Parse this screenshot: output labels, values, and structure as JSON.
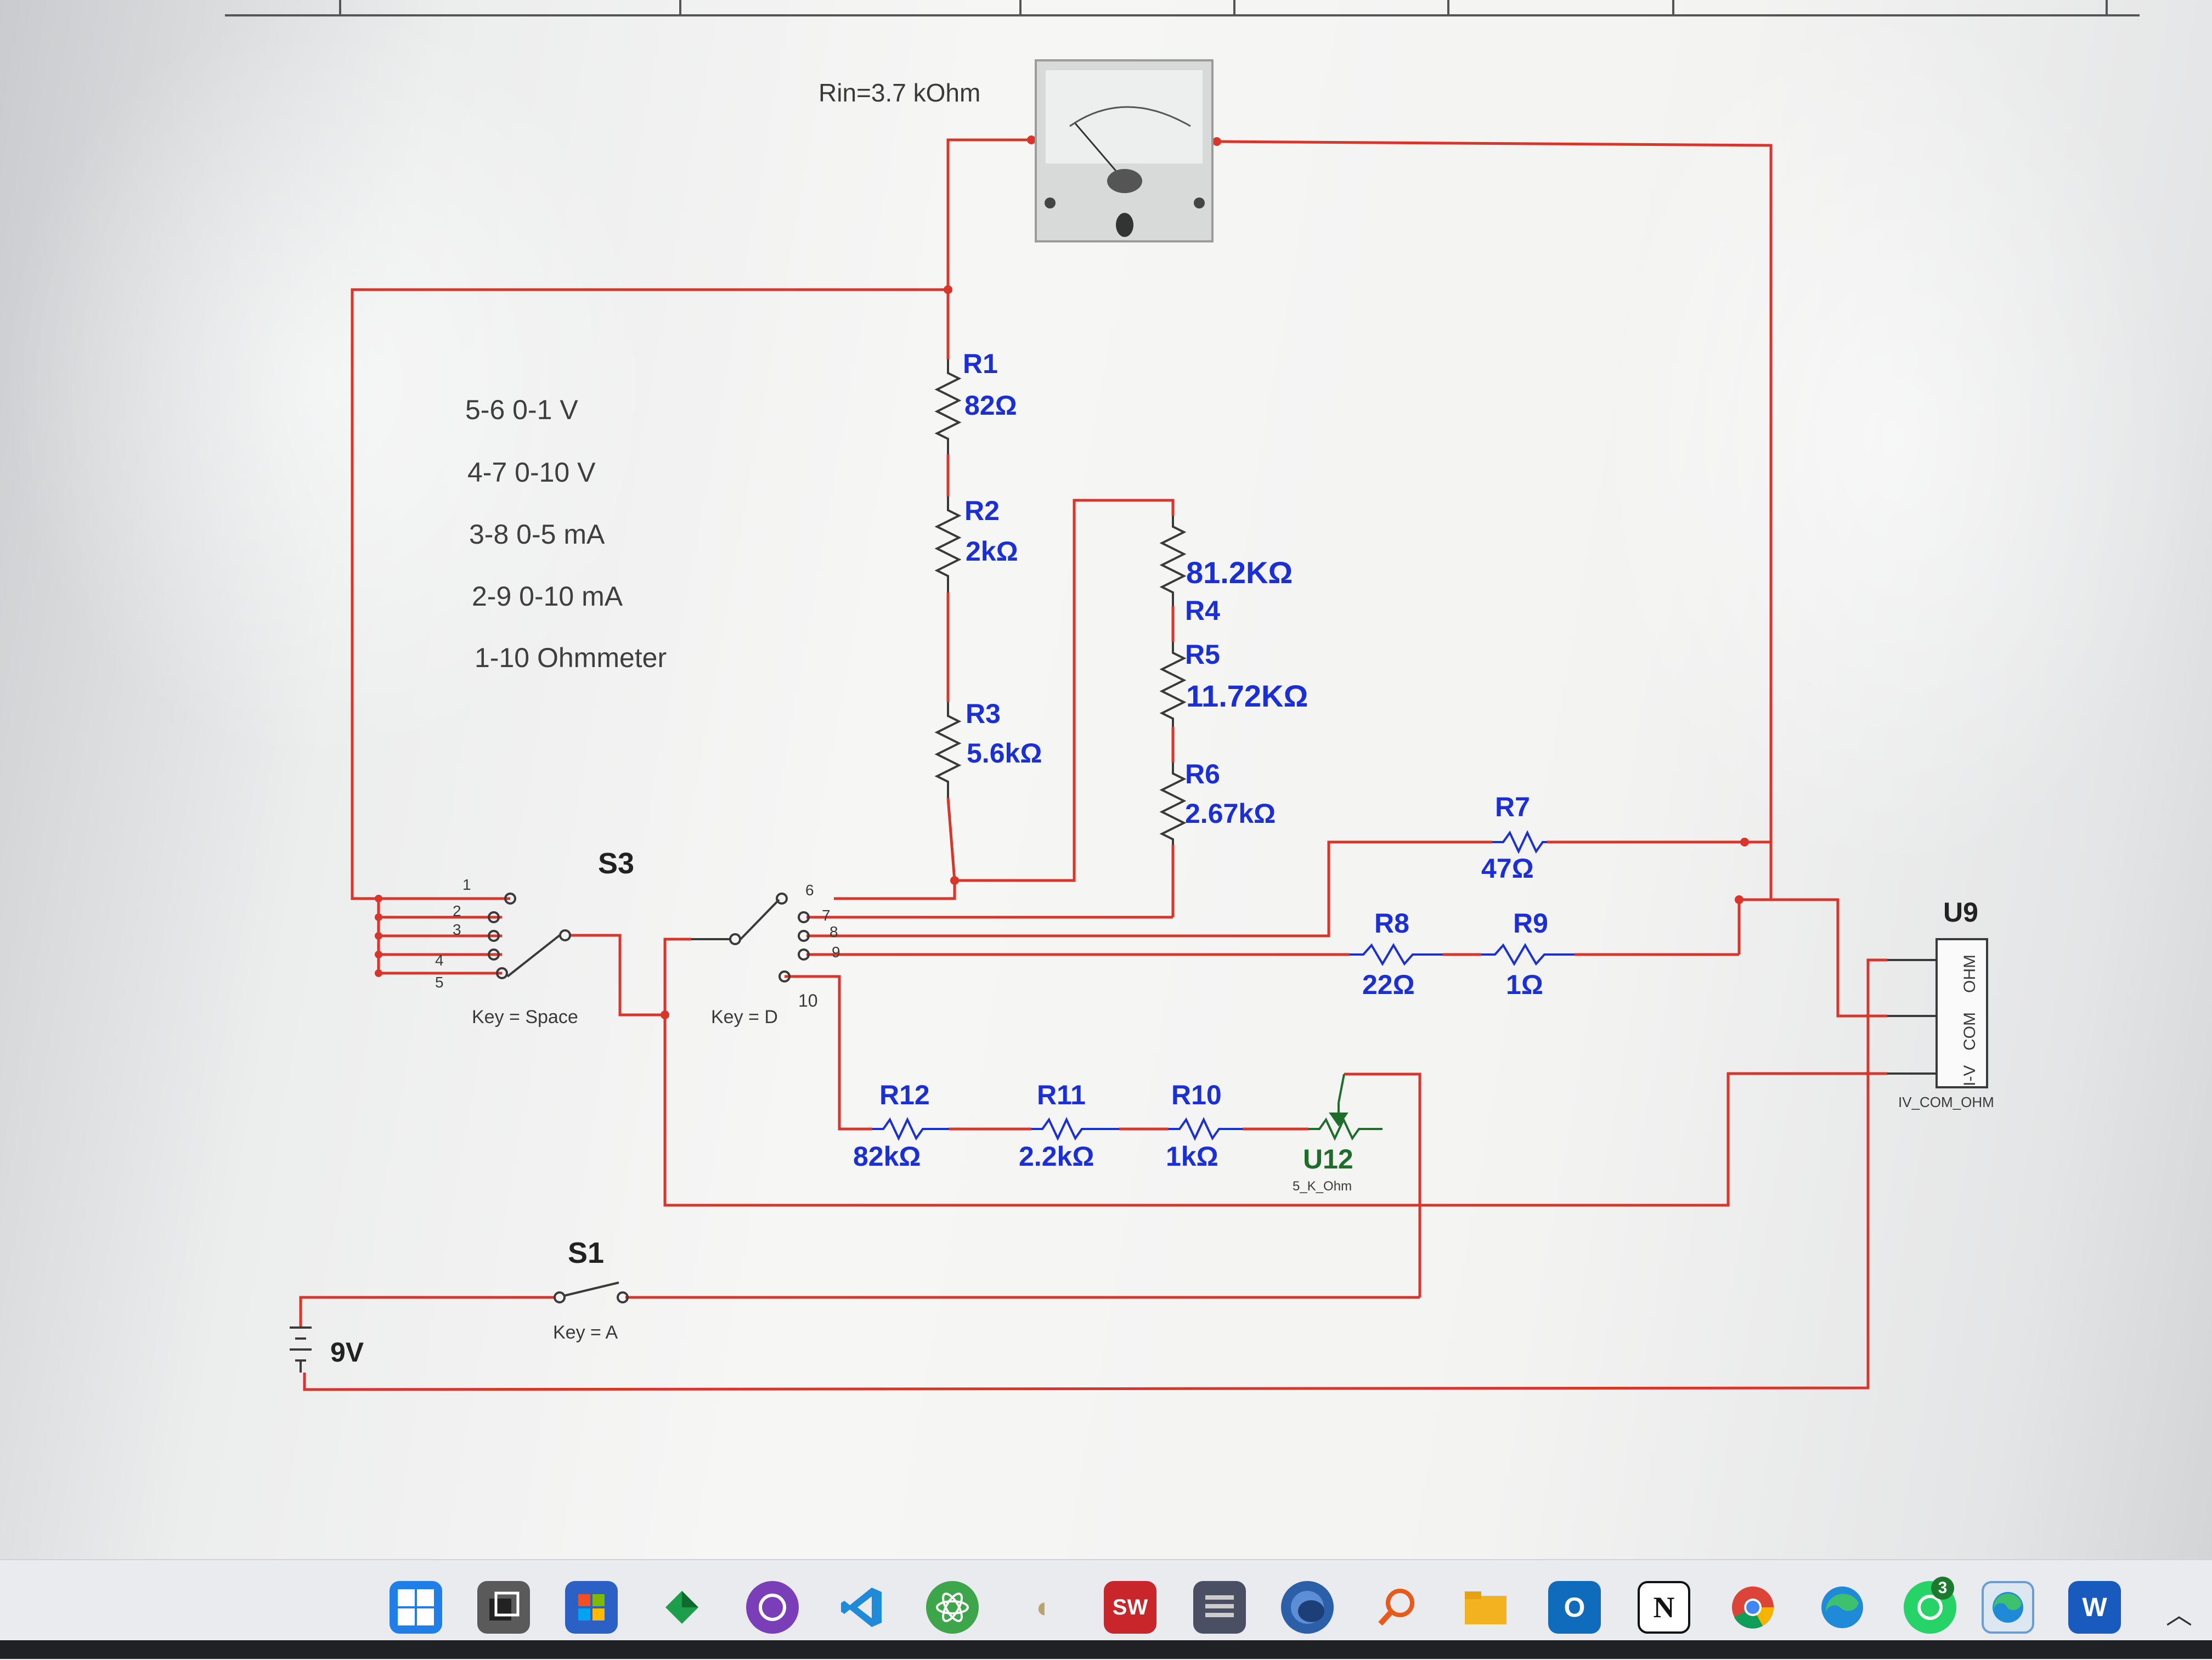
{
  "schematic": {
    "meter_label": "Rin=3.7 kOhm",
    "modes": [
      "5-6  0-1 V",
      "4-7 0-10 V",
      "3-8 0-5 mA",
      "2-9 0-10 mA",
      "1-10 Ohmmeter"
    ],
    "resistors": {
      "r1": {
        "name": "R1",
        "value": "82Ω"
      },
      "r2": {
        "name": "R2",
        "value": "2kΩ"
      },
      "r3": {
        "name": "R3",
        "value": "5.6kΩ"
      },
      "r4": {
        "name": "R4",
        "value": "81.2KΩ"
      },
      "r5": {
        "name": "R5",
        "value": "11.72KΩ"
      },
      "r6": {
        "name": "R6",
        "value": "2.67kΩ"
      },
      "r7": {
        "name": "R7",
        "value": "47Ω"
      },
      "r8": {
        "name": "R8",
        "value": "22Ω"
      },
      "r9": {
        "name": "R9",
        "value": "1Ω"
      },
      "r10": {
        "name": "R10",
        "value": "1kΩ"
      },
      "r11": {
        "name": "R11",
        "value": "2.2kΩ"
      },
      "r12": {
        "name": "R12",
        "value": "82kΩ"
      }
    },
    "s3": {
      "name": "S3",
      "key_left": "Key = Space",
      "key_right": "Key = D",
      "pins": [
        "1",
        "2",
        "3",
        "4",
        "5",
        "6",
        "7",
        "8",
        "9",
        "10"
      ]
    },
    "s1": {
      "name": "S1",
      "key": "Key = A"
    },
    "battery": "9V",
    "u12": {
      "name": "U12",
      "sub": "5_K_Ohm"
    },
    "u9": {
      "name": "U9",
      "sub": "IV_COM_OHM",
      "pins": [
        "OHM",
        "COM",
        "I-V"
      ]
    }
  },
  "colors": {
    "wire": "#d9352b",
    "component_label": "#1a2fd6",
    "potentiometer": "#1c6e2a"
  },
  "taskbar": {
    "apps": [
      "windows-start-icon",
      "task-view-icon",
      "microsoft-store-icon",
      "media-icon",
      "github-desktop-icon",
      "vscode-icon",
      "atom-icon",
      "app-icon-8",
      "solidworks-icon",
      "multisim-icon",
      "app-icon-11",
      "search-app-icon",
      "file-explorer-icon",
      "outlook-icon",
      "notion-icon",
      "chrome-icon",
      "edge-icon",
      "whatsapp-icon",
      "edge-dev-icon",
      "word-icon"
    ],
    "whatsapp_badge": "3"
  }
}
